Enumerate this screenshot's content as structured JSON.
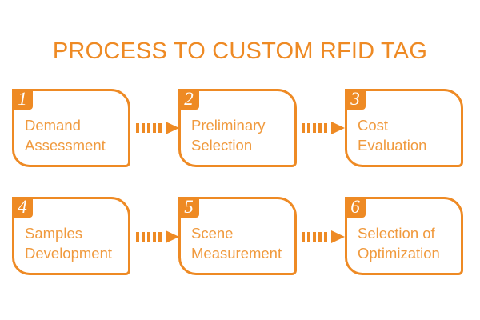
{
  "title": "PROCESS TO CUSTOM RFID TAG",
  "colors": {
    "accent": "#EE8A24",
    "label_text": "#F09A3E",
    "badge_text": "#FFFFFF",
    "background": "#FFFFFF"
  },
  "steps": [
    {
      "number": "1",
      "line1": "Demand",
      "line2": "Assessment"
    },
    {
      "number": "2",
      "line1": "Preliminary",
      "line2": "Selection"
    },
    {
      "number": "3",
      "line1": "Cost",
      "line2": "Evaluation"
    },
    {
      "number": "4",
      "line1": "Samples",
      "line2": "Development"
    },
    {
      "number": "5",
      "line1": "Scene",
      "line2": "Measurement"
    },
    {
      "number": "6",
      "line1": "Selection of",
      "line2": "Optimization"
    }
  ],
  "connectors": [
    {
      "from": "1",
      "to": "2",
      "icon": "dashed-arrow-right-icon"
    },
    {
      "from": "2",
      "to": "3",
      "icon": "dashed-arrow-right-icon"
    },
    {
      "from": "4",
      "to": "5",
      "icon": "dashed-arrow-right-icon"
    },
    {
      "from": "5",
      "to": "6",
      "icon": "dashed-arrow-right-icon"
    }
  ]
}
